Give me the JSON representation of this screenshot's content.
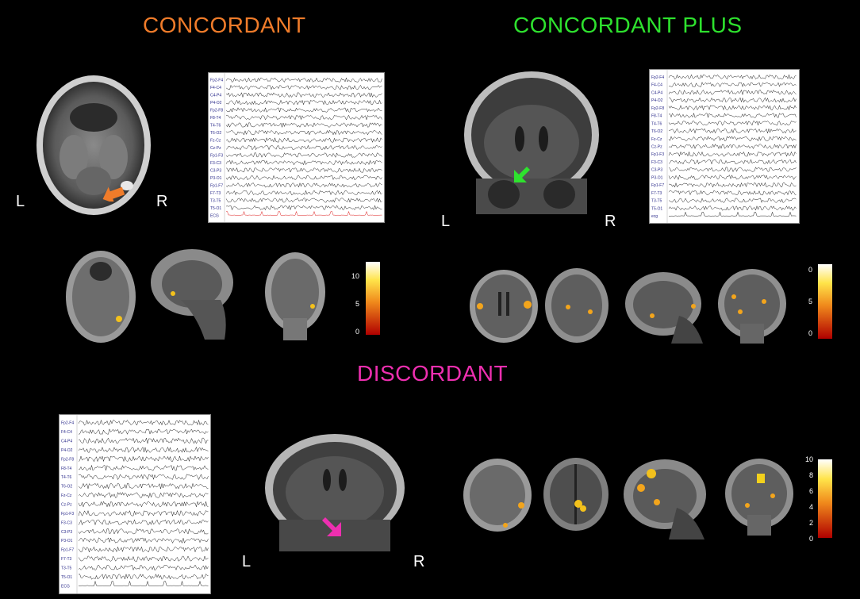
{
  "sections": {
    "concordant": {
      "title": "CONCORDANT",
      "color": "#f07c2a"
    },
    "concordant_plus": {
      "title": "CONCORDANT PLUS",
      "color": "#2ee22e"
    },
    "discordant": {
      "title": "DISCORDANT",
      "color": "#ee2fb0"
    }
  },
  "side_labels": {
    "left": "L",
    "right": "R"
  },
  "colorbars": {
    "concordant": {
      "ticks": [
        "10",
        "5",
        "0"
      ]
    },
    "concordant_plus": {
      "ticks": [
        "0",
        "5",
        "0"
      ]
    },
    "discordant": {
      "ticks": [
        "10",
        "8",
        "6",
        "4",
        "2",
        "0"
      ]
    }
  },
  "eeg_panels": {
    "concordant": {
      "channels": [
        "Fp2-F4",
        "F4-C4",
        "C4-P4",
        "P4-O2",
        "Fp2-F8",
        "F8-T4",
        "T4-T6",
        "T6-O2",
        "Fz-Cz",
        "Cz-Pz",
        "Fp1-F3",
        "F3-C3",
        "C3-P3",
        "P3-O1",
        "Fp1-F7",
        "F7-T3",
        "T3-T5",
        "T5-O1",
        "ECG"
      ]
    },
    "concordant_plus": {
      "channels": [
        "Fp2-F4",
        "F4-C4",
        "C4-P4",
        "P4-O2",
        "Fp2-F8",
        "F8-T4",
        "T4-T6",
        "T6-O2",
        "Fz-Cz",
        "Cz-Pz",
        "Fp1-F3",
        "F3-C3",
        "C3-P3",
        "P3-O1",
        "Fp1-F7",
        "F7-T3",
        "T3-T5",
        "T5-O1",
        "ecg"
      ]
    },
    "discordant": {
      "channels": [
        "Fp2-F4",
        "F4-C4",
        "C4-P4",
        "P4-O2",
        "Fp2-F8",
        "F8-T4",
        "T4-T6",
        "T6-O2",
        "Fz-Cz",
        "Cz-Pz",
        "Fp1-F3",
        "F3-C3",
        "C3-P3",
        "P3-O1",
        "Fp1-F7",
        "F7-T3",
        "T3-T5",
        "T5-O1",
        "ECG"
      ]
    }
  },
  "arrows": {
    "orange": "#f07c2a",
    "green": "#2ee22e",
    "magenta": "#ee2fb0"
  }
}
